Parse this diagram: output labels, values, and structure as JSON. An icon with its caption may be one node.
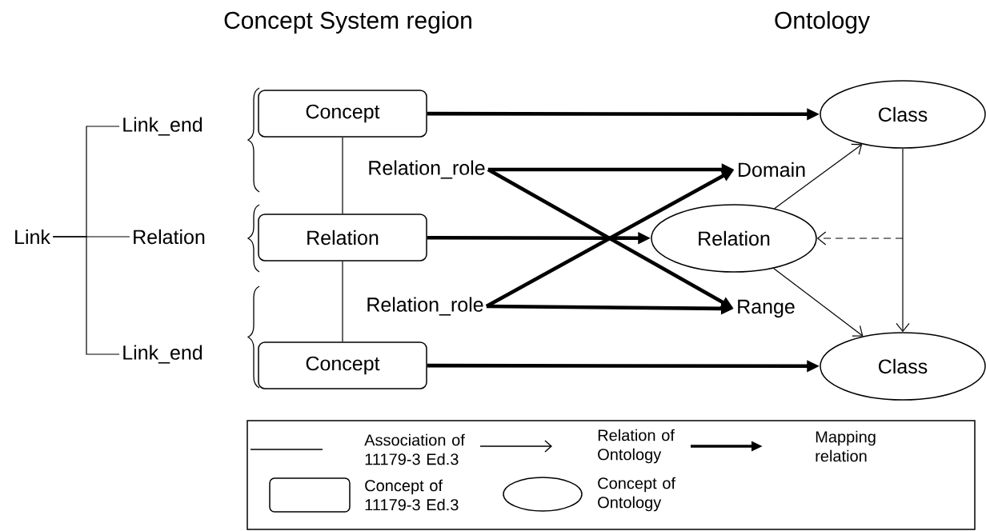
{
  "diagram": {
    "nodes": [
      {
        "text": [
          "Concept"
        ]
      },
      {
        "text": [
          "Relation"
        ]
      },
      {
        "text": [
          "Concept"
        ]
      },
      {
        "text": [
          "Class"
        ]
      },
      {
        "text": [
          "Relation"
        ]
      },
      {
        "text": [
          "Class"
        ]
      },
      {
        "text": [
          "Relation_role"
        ]
      },
      {
        "text": [
          "Relation_role"
        ]
      },
      {
        "text": [
          "Domain"
        ]
      },
      {
        "text": [
          "Range"
        ]
      },
      {
        "text": [
          "Link"
        ]
      },
      {
        "text": [
          "Link_end"
        ]
      },
      {
        "text": [
          "Relation"
        ]
      },
      {
        "text": [
          "Link_end"
        ]
      }
    ],
    "edges": [
      {
        "from": 0,
        "to": 3,
        "arrow": "to",
        "style": "thick"
      },
      {
        "from": 1,
        "to": 4,
        "arrow": "to",
        "style": "thick"
      },
      {
        "from": 2,
        "to": 5,
        "arrow": "to",
        "style": "thick"
      },
      {
        "from": 0,
        "to": 1,
        "arrow": "none"
      },
      {
        "from": 1,
        "to": 2,
        "arrow": "none"
      },
      {
        "from": 6,
        "to": 8,
        "arrow": "to",
        "style": "thick"
      },
      {
        "from": 6,
        "to": 9,
        "arrow": "to",
        "style": "thick"
      },
      {
        "from": 7,
        "to": 8,
        "arrow": "to",
        "style": "thick"
      },
      {
        "from": 7,
        "to": 9,
        "arrow": "to",
        "style": "thick"
      },
      {
        "from": 4,
        "to": 3,
        "arrow": "to"
      },
      {
        "from": 4,
        "to": 5,
        "arrow": "to"
      },
      {
        "from": 3,
        "to": 5,
        "arrow": "to"
      },
      {
        "from": null,
        "to": 4,
        "arrow": "to",
        "style": "dashed"
      },
      {
        "from": 10,
        "to": 11,
        "arrow": "none"
      },
      {
        "from": 10,
        "to": 12,
        "arrow": "none"
      },
      {
        "from": 10,
        "to": 13,
        "arrow": "none"
      }
    ],
    "labels": [
      "Concept System region",
      "Ontology"
    ],
    "legend": [
      {
        "text": "Association of 11179-3 Ed.3"
      },
      {
        "text": "Relation of Ontology"
      },
      {
        "text": "Mapping relation"
      },
      {
        "text": "Concept of 11179-3 Ed.3"
      },
      {
        "text": "Concept of Ontology"
      }
    ]
  }
}
